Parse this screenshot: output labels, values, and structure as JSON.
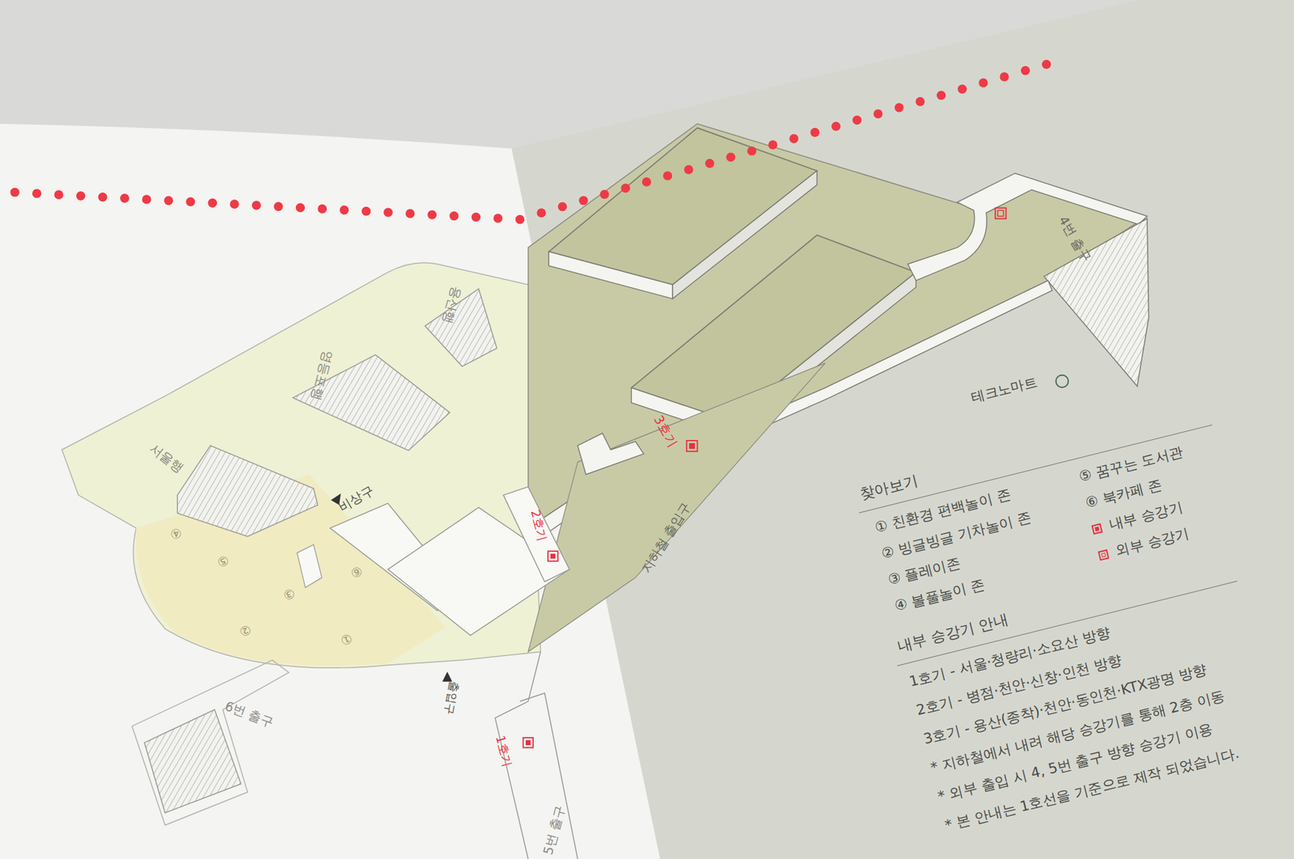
{
  "diagram": {
    "labels": [
      "용산행",
      "영등포행",
      "서울행",
      "비상구",
      "출입구",
      "2호기",
      "1호기",
      "6번 출구",
      "5번 출구",
      "④",
      "⑤",
      "③",
      "②",
      "①",
      "⑥",
      "4번 출구",
      "3호기",
      "지하철 출입구",
      "테크노마트",
      "찾아보기",
      "내부 승강기 안내",
      "1호기 - 서울·청량리·소요산 방향",
      "2호기 - 병점·천안·신창·인천 방향",
      "3호기 - 용산(종착)·천안·동인천·KTX광명 방향",
      "* 지하철에서 내려 해당 승강기를 통해 2층 이동",
      "* 외부 출입 시 4, 5번 출구 방향 승강기 이용",
      "* 본 안내는 1호선을 기준으로 제작 되었습니다."
    ],
    "legend": [
      {
        "text": "① 친환경 편백놀이 존"
      },
      {
        "text": "② 빙글빙글 기차놀이 존"
      },
      {
        "text": "③ 플레이존"
      },
      {
        "text": "④ 볼풀놀이 존"
      },
      {
        "text": "⑤ 꿈꾸는 도서관"
      },
      {
        "text": "⑥ 북카페 존"
      },
      {
        "text": "내부 승강기",
        "color": "#e8303f"
      },
      {
        "text": "외부 승강기"
      }
    ]
  }
}
